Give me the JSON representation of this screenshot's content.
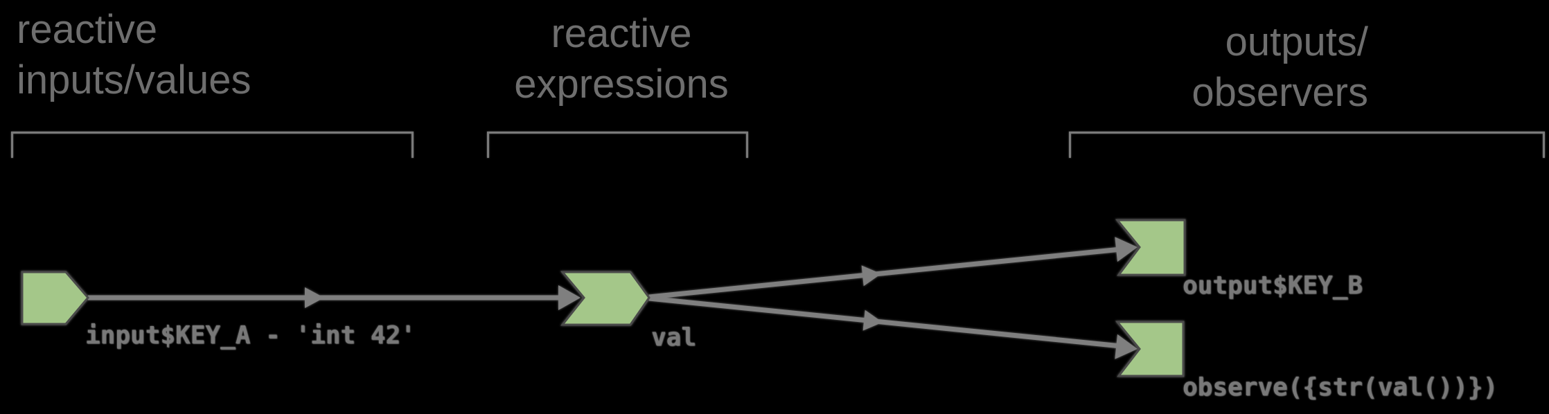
{
  "sections": {
    "inputs": {
      "title_line1": "reactive",
      "title_line2": "inputs/values"
    },
    "expressions": {
      "title_line1": "reactive",
      "title_line2": "expressions"
    },
    "outputs": {
      "title_line1": "outputs/",
      "title_line2": "observers"
    }
  },
  "nodes": {
    "input": {
      "label": "input$KEY_A - 'int 42'"
    },
    "expression": {
      "label": "val"
    },
    "output": {
      "label": "output$KEY_B"
    },
    "observer": {
      "label": "observe({str(val())})"
    }
  },
  "colors": {
    "background": "#000000",
    "node_fill": "#a4c789",
    "node_border": "#4a4a4a",
    "arrow": "#7f7f7f",
    "bracket": "#7a7a7a",
    "header_text": "#6e6e6e",
    "code_text": "#787878"
  }
}
